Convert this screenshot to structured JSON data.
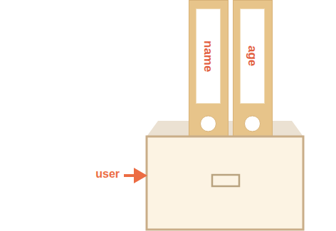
{
  "diagram": {
    "nodes": [
      {
        "text": [
          "name"
        ]
      },
      {
        "text": [
          "age"
        ]
      }
    ],
    "labels": [
      "user"
    ]
  }
}
